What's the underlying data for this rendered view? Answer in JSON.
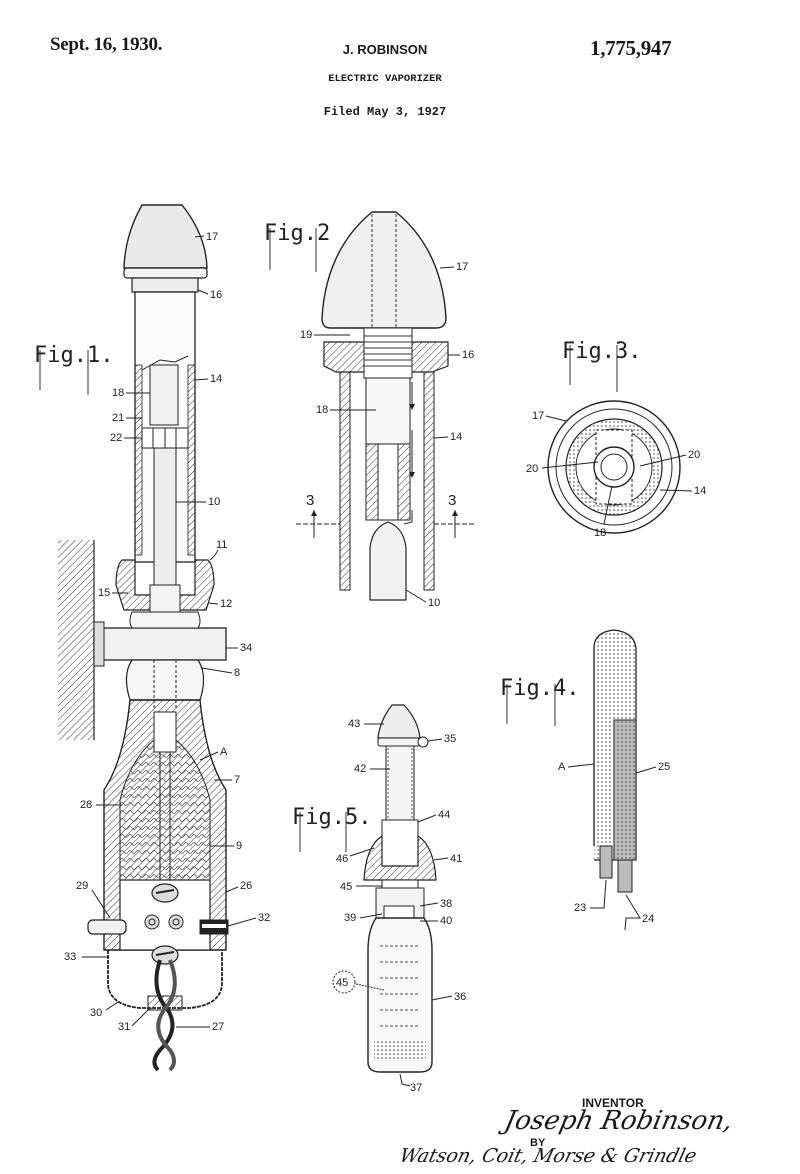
{
  "header": {
    "date": "Sept. 16, 1930.",
    "inventor": "J. ROBINSON",
    "title": "ELECTRIC VAPORIZER",
    "filed": "Filed May 3, 1927",
    "patent_number": "1,775,947"
  },
  "figures": [
    {
      "label": "Fig.1.",
      "refs": [
        "17",
        "16",
        "14",
        "18",
        "21",
        "22",
        "10",
        "11",
        "15",
        "12",
        "34",
        "8",
        "A",
        "7",
        "28",
        "9",
        "29",
        "26",
        "32",
        "33",
        "30",
        "31",
        "27"
      ]
    },
    {
      "label": "Fig.2",
      "refs": [
        "17",
        "19",
        "16",
        "18",
        "14",
        "3",
        "3",
        "10"
      ]
    },
    {
      "label": "Fig.3.",
      "refs": [
        "17",
        "20",
        "20",
        "14",
        "18"
      ]
    },
    {
      "label": "Fig.4.",
      "refs": [
        "A",
        "25",
        "23",
        "24"
      ]
    },
    {
      "label": "Fig.5.",
      "refs": [
        "43",
        "35",
        "42",
        "44",
        "46",
        "41",
        "45",
        "38",
        "39",
        "40",
        "45",
        "36",
        "37"
      ]
    }
  ],
  "signature": {
    "caption": "INVENTOR",
    "inventor_name": "Joseph Robinson,",
    "by": "BY",
    "attorneys": "Watson, Coit, Morse & Grindle"
  },
  "colors": {
    "ink": "#1a1a1a",
    "paper": "#ffffff",
    "shade": "#cfcfcf"
  }
}
